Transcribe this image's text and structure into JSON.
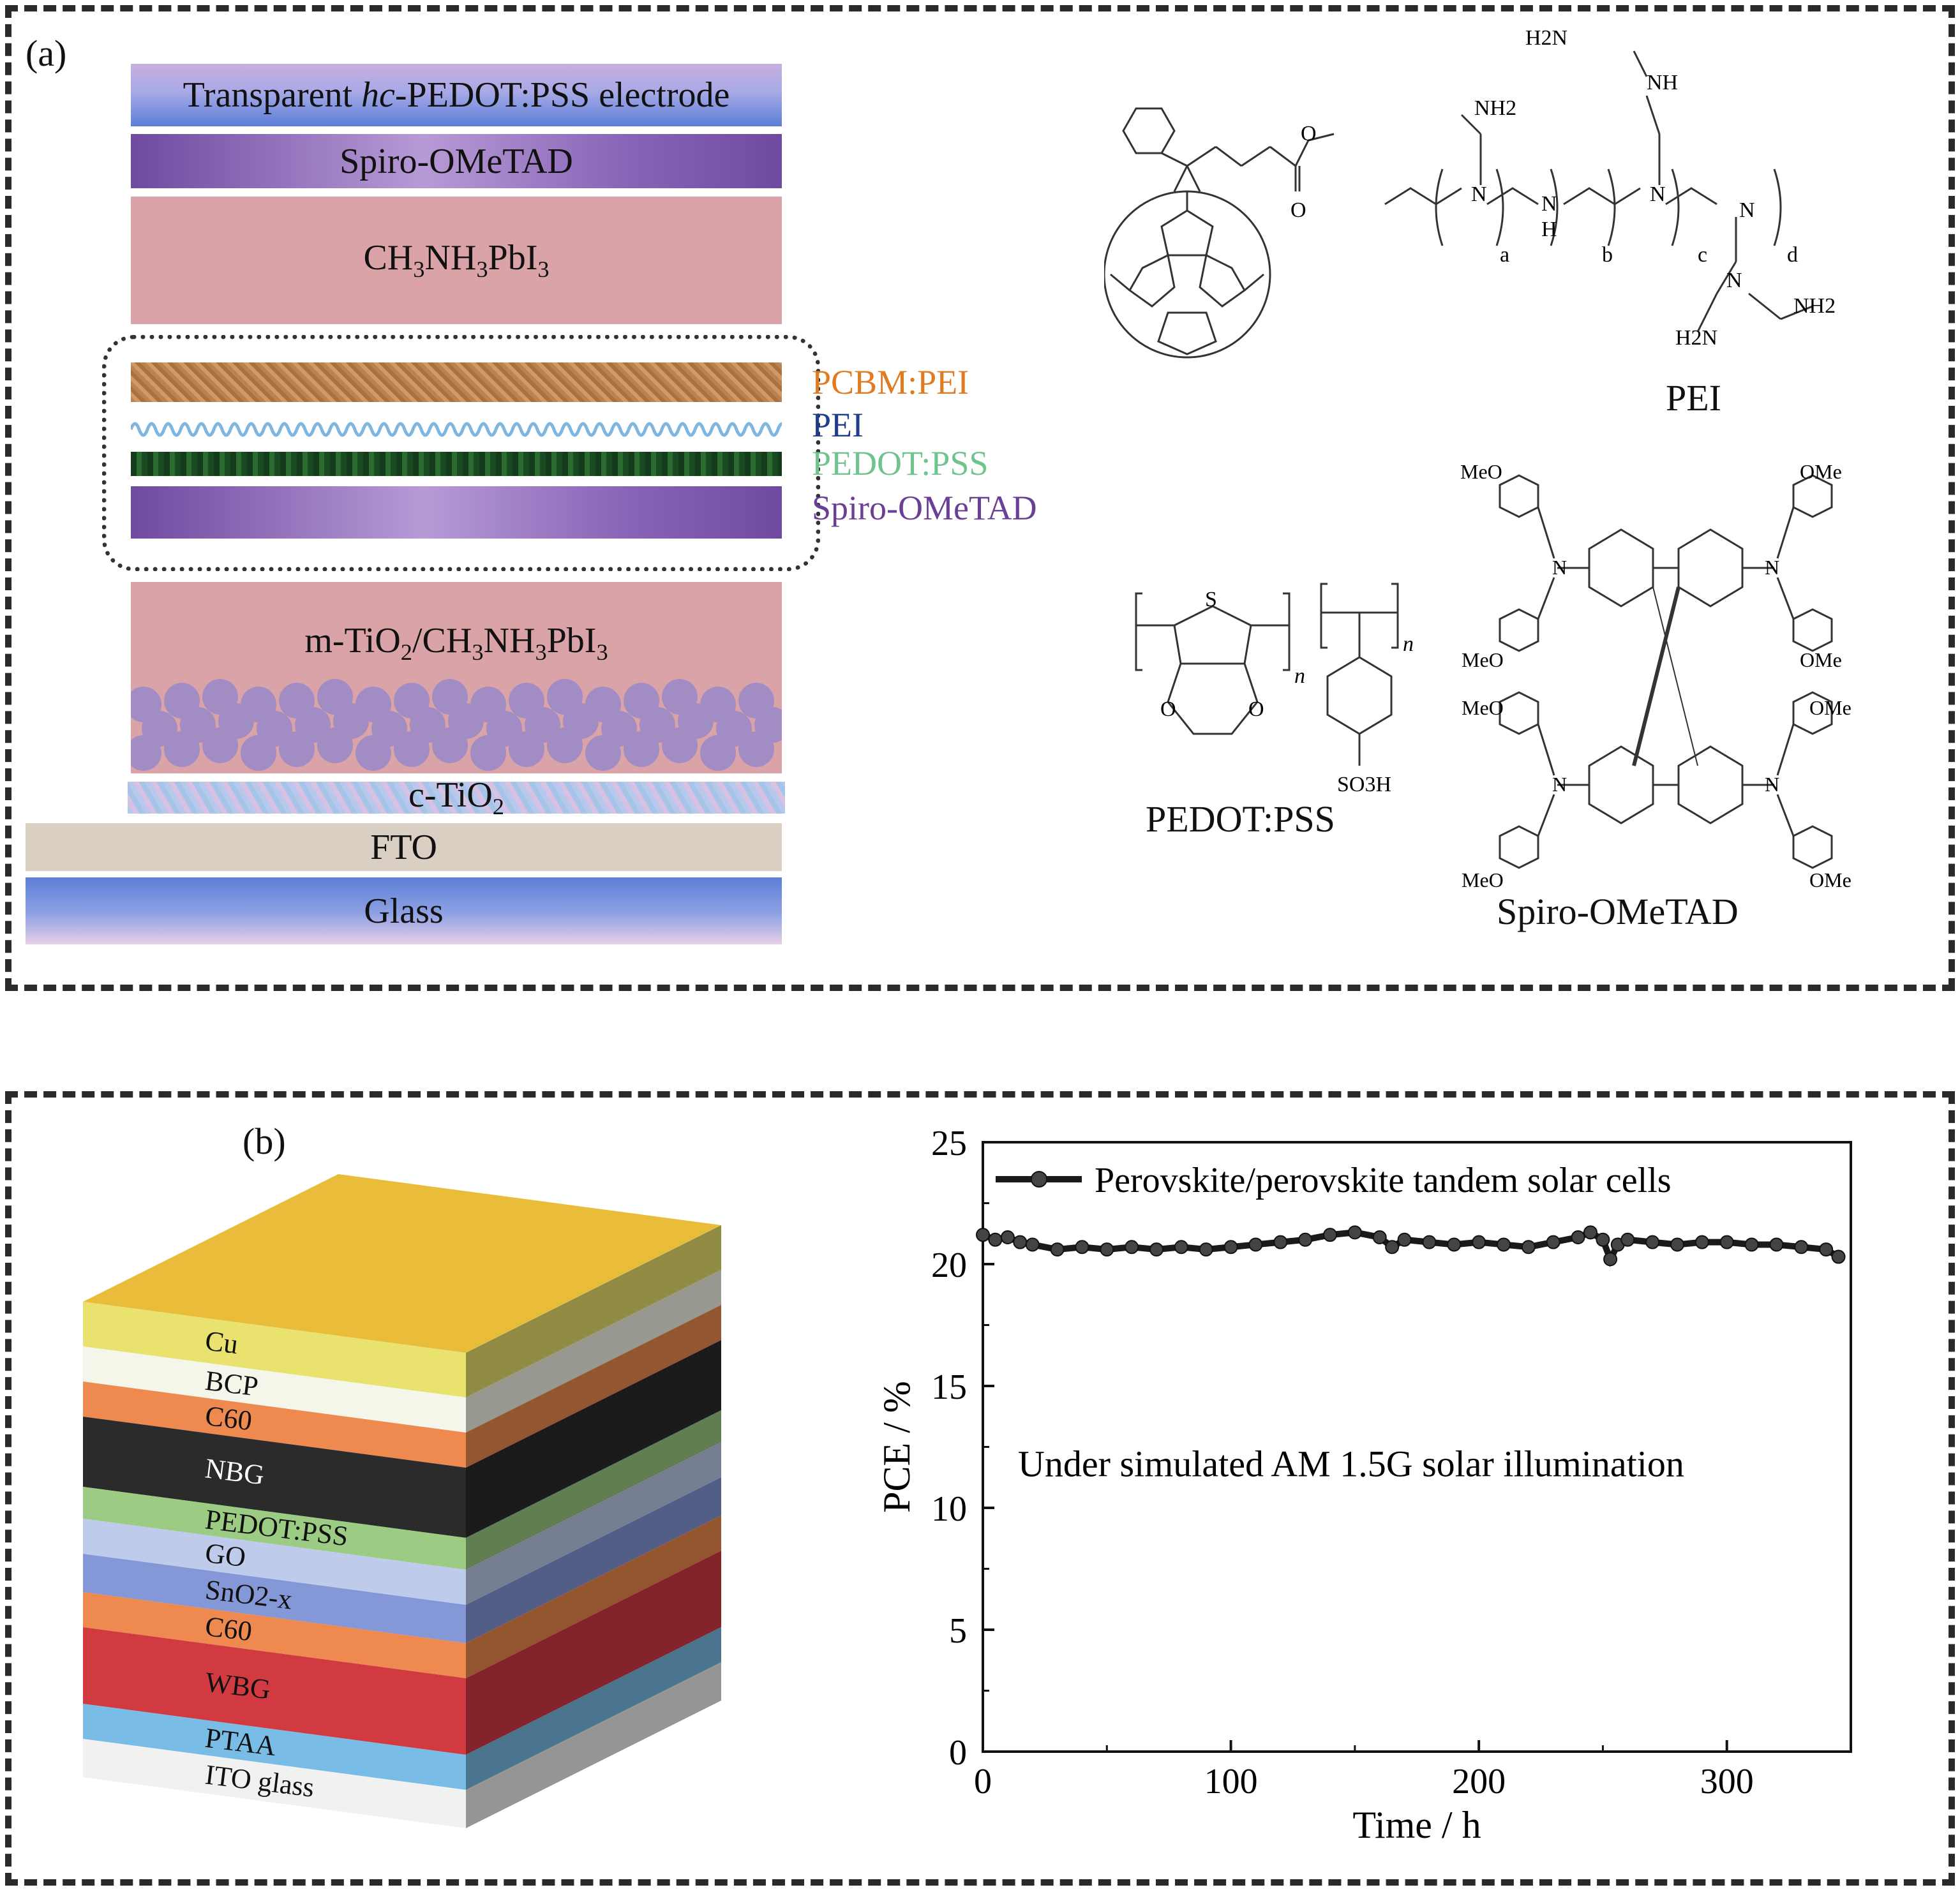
{
  "panel_a": {
    "label": "(a)",
    "layers": {
      "electrode": "Transparent hc-PEDOT:PSS electrode",
      "spiro_top": "Spiro-OMeTAD",
      "perovskite": "CH3NH3PbI3",
      "mtio2": "m-TiO2/CH3NH3PbI3",
      "ctio2": "c-TiO2",
      "fto": "FTO",
      "glass": "Glass"
    },
    "interlayer_labels": {
      "pcbm_pei": "PCBM:PEI",
      "pei": "PEI",
      "pedot_pss": "PEDOT:PSS",
      "spiro": "Spiro-OMeTAD"
    },
    "interlayer_colors": {
      "pcbm_pei": "#e07b22",
      "pei": "#1f3d8f",
      "pedot_pss": "#6fc48e",
      "spiro": "#6a3f96"
    },
    "structures": {
      "pei_name": "PEI",
      "pedot_name": "PEDOT:PSS",
      "spiro_name": "Spiro-OMeTAD",
      "pei_atoms": [
        "H2N",
        "NH",
        "NH2",
        "N",
        "N",
        "N",
        "H",
        "N",
        "NH2",
        "H2N",
        "N"
      ],
      "pei_indices": [
        "a",
        "b",
        "c",
        "d"
      ],
      "pcbm_atoms": [
        "O",
        "O"
      ],
      "pedot_atoms": [
        "S",
        "O",
        "O",
        "n",
        "n",
        "SO3H"
      ],
      "spiro_atoms": [
        "MeO",
        "OMe",
        "MeO",
        "OMe",
        "MeO",
        "OMe",
        "MeO",
        "OMe",
        "N",
        "N",
        "N",
        "N"
      ]
    }
  },
  "panel_b": {
    "label": "(b)",
    "stack_layers": [
      {
        "label": "Cu",
        "color": "#e9e26e"
      },
      {
        "label": "BCP",
        "color": "#f4f6ea"
      },
      {
        "label": "C60",
        "color": "#ee8a4f"
      },
      {
        "label": "NBG",
        "color": "#2b2b2b"
      },
      {
        "label": "PEDOT:PSS",
        "color": "#9ccc84"
      },
      {
        "label": "GO",
        "color": "#bfcbea"
      },
      {
        "label": "SnO2-x",
        "color": "#8497d6"
      },
      {
        "label": "C60",
        "color": "#ee8a4f"
      },
      {
        "label": "WBG",
        "color": "#d23a42"
      },
      {
        "label": "PTAA",
        "color": "#79bde6"
      },
      {
        "label": "ITO glass",
        "color": "#f1f1f1"
      }
    ]
  },
  "chart_data": {
    "type": "line",
    "title": "",
    "xlabel": "Time / h",
    "ylabel": "PCE / %",
    "xlim": [
      0,
      350
    ],
    "ylim": [
      0,
      25
    ],
    "xticks": [
      0,
      100,
      200,
      300
    ],
    "yticks": [
      0,
      5,
      10,
      15,
      20,
      25
    ],
    "grid": false,
    "legend_position": "top-left",
    "annotation": "Under simulated AM 1.5G solar illumination",
    "series": [
      {
        "name": "Perovskite/perovskite tandem solar cells",
        "color": "#1a1a1a",
        "x": [
          0,
          5,
          10,
          15,
          20,
          30,
          40,
          50,
          60,
          70,
          80,
          90,
          100,
          110,
          120,
          130,
          140,
          150,
          160,
          165,
          170,
          180,
          190,
          200,
          210,
          220,
          230,
          240,
          245,
          250,
          253,
          256,
          260,
          270,
          280,
          290,
          300,
          310,
          320,
          330,
          340,
          345
        ],
        "y": [
          21.2,
          21.0,
          21.1,
          20.9,
          20.8,
          20.6,
          20.7,
          20.6,
          20.7,
          20.6,
          20.7,
          20.6,
          20.7,
          20.8,
          20.9,
          21.0,
          21.2,
          21.3,
          21.1,
          20.7,
          21.0,
          20.9,
          20.8,
          20.9,
          20.8,
          20.7,
          20.9,
          21.1,
          21.3,
          21.0,
          20.2,
          20.8,
          21.0,
          20.9,
          20.8,
          20.9,
          20.9,
          20.8,
          20.8,
          20.7,
          20.6,
          20.3
        ]
      }
    ]
  }
}
